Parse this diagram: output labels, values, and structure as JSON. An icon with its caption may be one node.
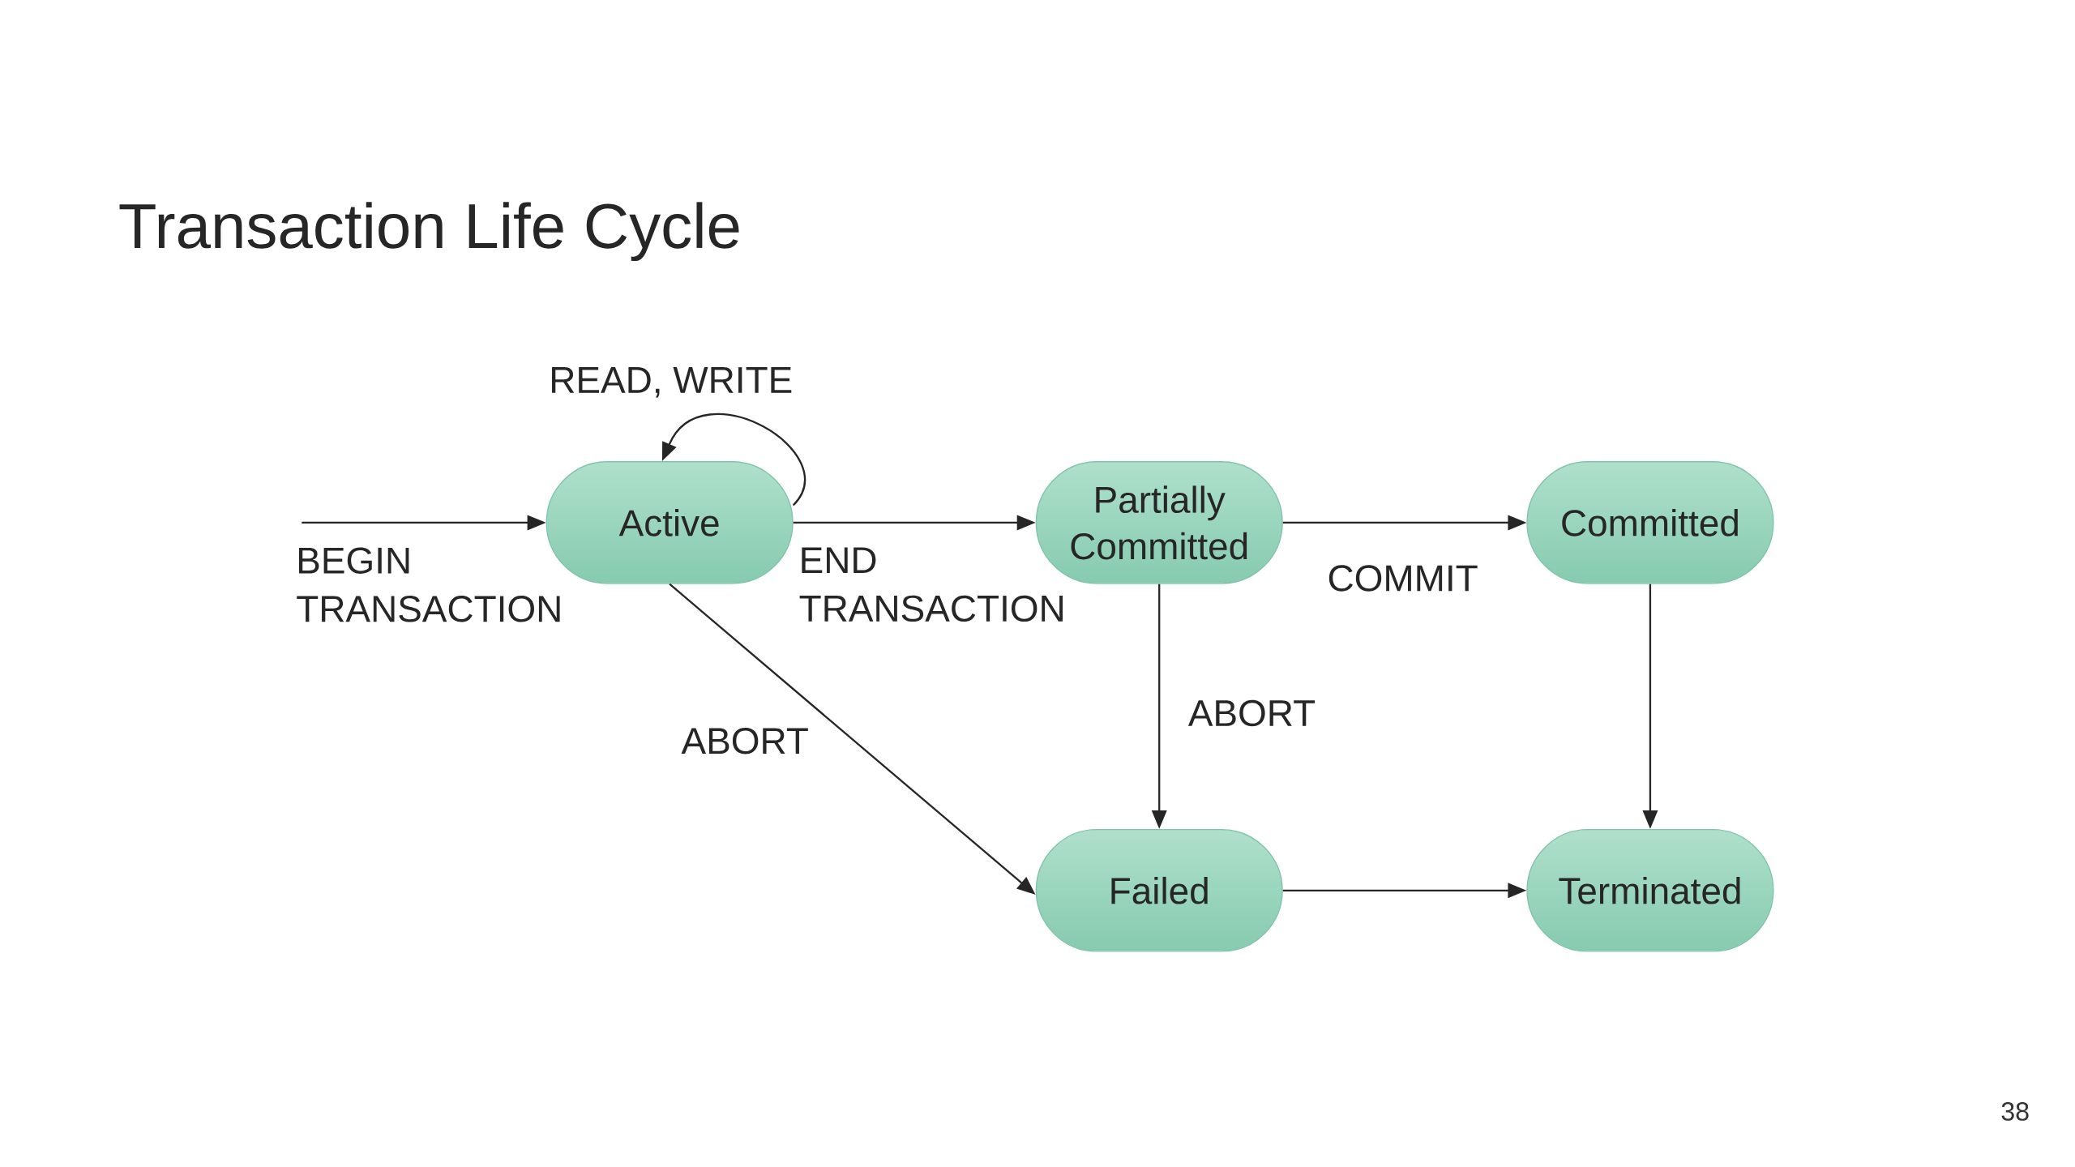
{
  "diagram": {
    "title": "Transaction Life Cycle",
    "nodes": [
      {
        "text": [
          "Active"
        ]
      },
      {
        "text": [
          "Partially Committed"
        ]
      },
      {
        "text": [
          "Committed"
        ]
      },
      {
        "text": [
          "Failed"
        ]
      },
      {
        "text": [
          "Terminated"
        ]
      }
    ],
    "edges": [
      {
        "from": null,
        "to": 0,
        "arrow": "to",
        "label": "BEGIN TRANSACTION"
      },
      {
        "from": 0,
        "to": 0,
        "arrow": "to",
        "label": "READ, WRITE"
      },
      {
        "from": 0,
        "to": 1,
        "arrow": "to",
        "label": "END TRANSACTION"
      },
      {
        "from": 1,
        "to": 2,
        "arrow": "to",
        "label": "COMMIT"
      },
      {
        "from": 0,
        "to": 3,
        "arrow": "to",
        "label": "ABORT"
      },
      {
        "from": 1,
        "to": 3,
        "arrow": "to",
        "label": "ABORT"
      },
      {
        "from": 2,
        "to": 4,
        "arrow": "to"
      },
      {
        "from": 3,
        "to": 4,
        "arrow": "to"
      }
    ],
    "labels": [
      "38"
    ]
  }
}
